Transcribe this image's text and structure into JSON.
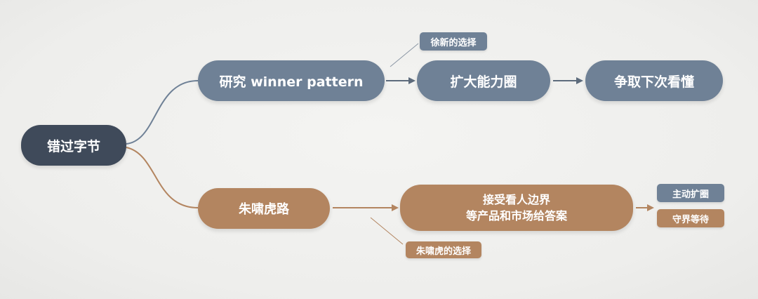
{
  "root": {
    "label": "错过字节"
  },
  "top_branch": {
    "main": "研究 winner pattern",
    "step2": "扩大能力圈",
    "step3": "争取下次看懂",
    "note": "徐新的选择"
  },
  "bottom_branch": {
    "main": "朱啸虎路",
    "step2_line1": "接受看人边界",
    "step2_line2": "等产品和市场给答案",
    "outcome1": "主动扩圈",
    "outcome2": "守界等待",
    "note": "朱啸虎的选择"
  },
  "colors": {
    "root": "#3f4a5a",
    "blue": "#6f8196",
    "brown": "#b38560",
    "background": "#eeeeec"
  }
}
